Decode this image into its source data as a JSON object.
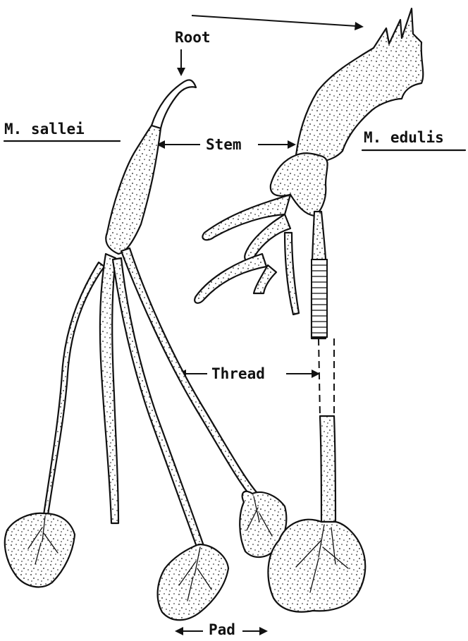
{
  "labels": {
    "root": "Root",
    "stem": "Stem",
    "thread": "Thread",
    "pad": "Pad",
    "species_left": "M. sallei",
    "species_right": "M. edulis"
  },
  "colors": {
    "ink": "#111111",
    "paper": "#ffffff"
  }
}
